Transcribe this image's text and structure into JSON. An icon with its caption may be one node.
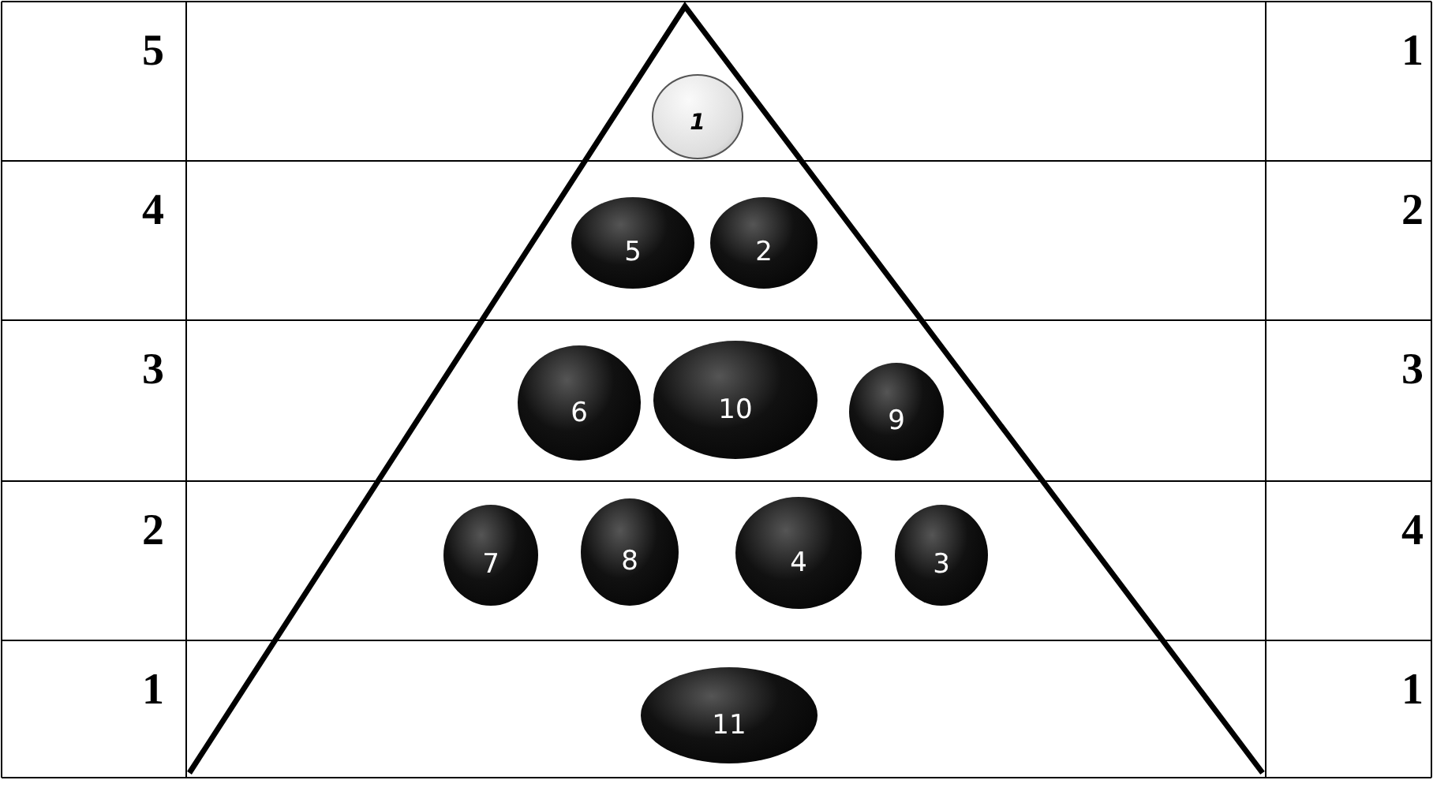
{
  "diagram": {
    "nodes": [
      {
        "text": [
          "1"
        ]
      },
      {
        "text": [
          "5"
        ]
      },
      {
        "text": [
          "2"
        ]
      },
      {
        "text": [
          "6"
        ]
      },
      {
        "text": [
          "10"
        ]
      },
      {
        "text": [
          "9"
        ]
      },
      {
        "text": [
          "7"
        ]
      },
      {
        "text": [
          "8"
        ]
      },
      {
        "text": [
          "4"
        ]
      },
      {
        "text": [
          "3"
        ]
      },
      {
        "text": [
          "11"
        ]
      }
    ],
    "edges": [],
    "labels": [
      "5",
      "1",
      "4",
      "2",
      "3",
      "3",
      "2",
      "4",
      "1",
      "1"
    ]
  }
}
